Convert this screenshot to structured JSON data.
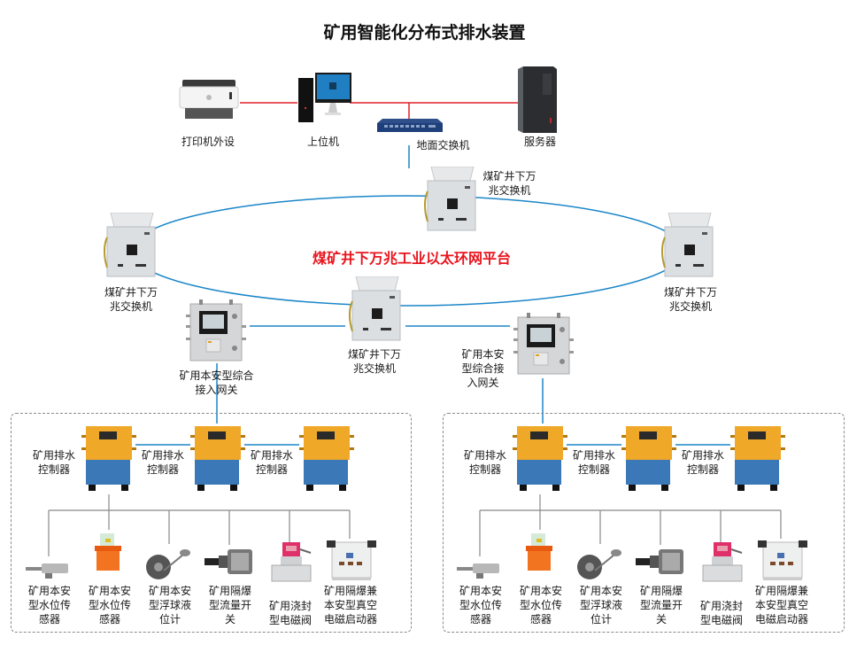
{
  "title": "矿用智能化分布式排水装置",
  "ring_label": "煤矿井下万兆工业以太环网平台",
  "colors": {
    "surface_link": "#e0202a",
    "ring_link": "#1b86c8",
    "ring_label": "#e8141e",
    "controller_top": "#f0a828",
    "controller_bottom": "#3a78b8",
    "branch_line": "#888888",
    "dash_border": "#8a8a8a"
  },
  "surface": {
    "printer": "打印机外设",
    "host": "上位机",
    "ground_switch": "地面交换机",
    "server": "服务器"
  },
  "ring": {
    "top_switch": "煤矿井下万\n兆交换机",
    "left_switch": "煤矿井下万\n兆交换机",
    "right_switch": "煤矿井下万\n兆交换机",
    "bottom_switch": "煤矿井下万\n兆交换机"
  },
  "gateways": {
    "left": "矿用本安型综合\n接入网关",
    "right": "矿用本安\n型综合接\n入网关"
  },
  "groups": [
    {
      "controllers": [
        "矿用排水\n控制器",
        "矿用排水\n控制器",
        "矿用排水\n控制器"
      ],
      "sensors": [
        {
          "label": "矿用本安\n型水位传\n感器",
          "icon": "rod-level-sensor-icon"
        },
        {
          "label": "矿用本安\n型水位传\n感器",
          "icon": "orange-level-sensor-icon"
        },
        {
          "label": "矿用本安\n型浮球液\n位计",
          "icon": "float-ball-gauge-icon"
        },
        {
          "label": "矿用隔爆\n型流量开\n关",
          "icon": "flow-switch-icon"
        },
        {
          "label": "矿用浇封\n型电磁阀",
          "icon": "solenoid-valve-icon"
        },
        {
          "label": "矿用隔爆兼\n本安型真空\n电磁启动器",
          "icon": "vacuum-starter-icon"
        }
      ]
    },
    {
      "controllers": [
        "矿用排水\n控制器",
        "矿用排水\n控制器",
        "矿用排水\n控制器"
      ],
      "sensors": [
        {
          "label": "矿用本安\n型水位传\n感器",
          "icon": "rod-level-sensor-icon"
        },
        {
          "label": "矿用本安\n型水位传\n感器",
          "icon": "orange-level-sensor-icon"
        },
        {
          "label": "矿用本安\n型浮球液\n位计",
          "icon": "float-ball-gauge-icon"
        },
        {
          "label": "矿用隔爆\n型流量开\n关",
          "icon": "flow-switch-icon"
        },
        {
          "label": "矿用浇封\n型电磁阀",
          "icon": "solenoid-valve-icon"
        },
        {
          "label": "矿用隔爆兼\n本安型真空\n电磁启动器",
          "icon": "vacuum-starter-icon"
        }
      ]
    }
  ]
}
